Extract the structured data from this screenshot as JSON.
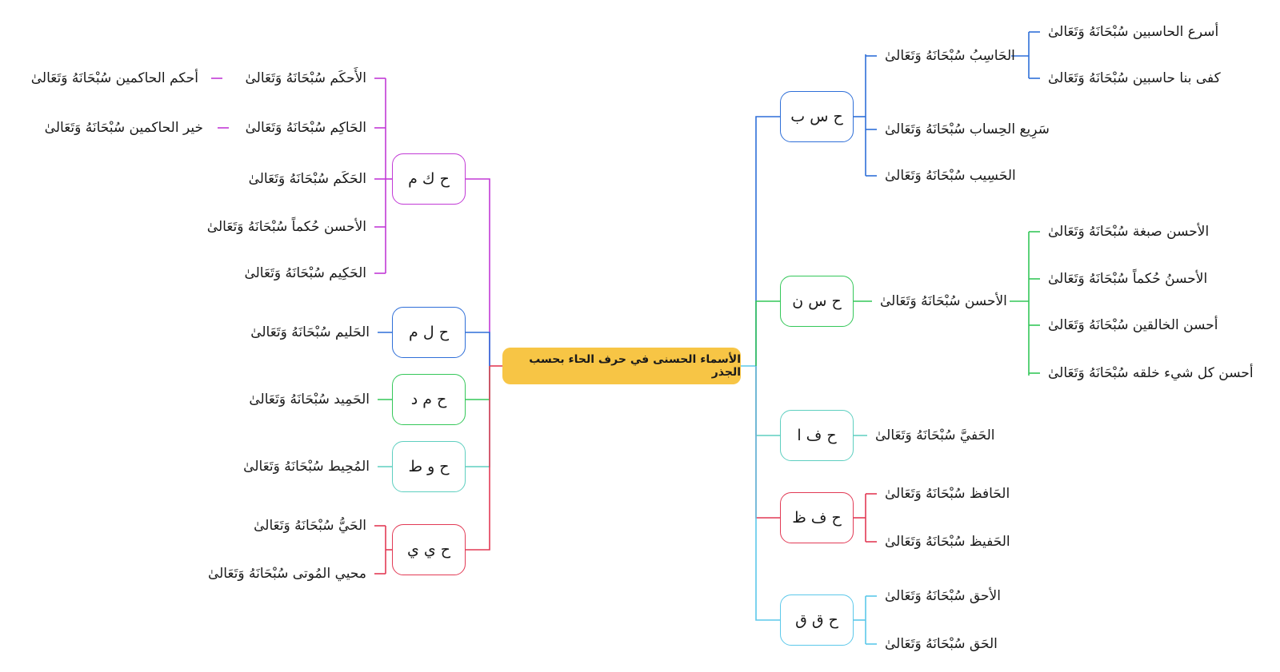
{
  "root": {
    "label": "الأسماء الحسنى في حرف الحاء بحسب الجذر"
  },
  "right_branches": [
    {
      "root_letters": "ح س ب",
      "color": "#2f6fd8",
      "children": [
        {
          "label": "الحَاسِبُ سُبْحَانَهُ وَتَعَالىٰ",
          "children": [
            {
              "label": "أسرع الحاسبين سُبْحَانَهُ وَتَعَالىٰ"
            },
            {
              "label": "كفى بنا حاسبين سُبْحَانَهُ وَتَعَالىٰ"
            }
          ]
        },
        {
          "label": "سَرِيع الحِساب سُبْحَانَهُ وَتَعَالىٰ"
        },
        {
          "label": "الحَسِيب سُبْحَانَهُ وَتَعَالىٰ"
        }
      ]
    },
    {
      "root_letters": "ح س ن",
      "color": "#34c759",
      "children": [
        {
          "label": "الأحسن سُبْحَانَهُ وَتَعَالىٰ",
          "children": [
            {
              "label": "الأحسن صبغة سُبْحَانَهُ وَتَعَالىٰ"
            },
            {
              "label": "الأحسنُ حُكماً سُبْحَانَهُ وَتَعَالىٰ"
            },
            {
              "label": "أحسن الخالقين سُبْحَانَهُ وَتَعَالىٰ"
            },
            {
              "label": "أحسن كل شيء خلقه سُبْحَانَهُ وَتَعَالىٰ"
            }
          ]
        }
      ]
    },
    {
      "root_letters": "ح ف ا",
      "color": "#5ecfc0",
      "children": [
        {
          "label": "الحَفيَّ سُبْحَانَهُ وَتَعَالىٰ"
        }
      ]
    },
    {
      "root_letters": "ح ف ظ",
      "color": "#e23a55",
      "children": [
        {
          "label": "الحَافظ سُبْحَانَهُ وَتَعَالىٰ"
        },
        {
          "label": "الحَفيظ سُبْحَانَهُ وَتَعَالىٰ"
        }
      ]
    },
    {
      "root_letters": "ح ق ق",
      "color": "#5cc8ea",
      "children": [
        {
          "label": "الأحق سُبْحَانَهُ وَتَعَالىٰ"
        },
        {
          "label": "الحَق سُبْحَانَهُ وَتَعَالىٰ"
        }
      ]
    }
  ],
  "left_branches": [
    {
      "root_letters": "ح ك م",
      "color": "#c23ad6",
      "children": [
        {
          "label": "الأَحكَم سُبْحَانَهُ وَتَعَالىٰ",
          "children": [
            {
              "label": "أحكم الحاكمين سُبْحَانَهُ وَتَعَالىٰ"
            }
          ]
        },
        {
          "label": "الحَاكِم سُبْحَانَهُ وَتَعَالىٰ",
          "children": [
            {
              "label": "خير الحاكمين سُبْحَانَهُ وَتَعَالىٰ"
            }
          ]
        },
        {
          "label": "الحَكَم سُبْحَانَهُ وَتَعَالىٰ"
        },
        {
          "label": "الأحسن حُكماً سُبْحَانَهُ وَتَعَالىٰ"
        },
        {
          "label": "الحَكِيم سُبْحَانَهُ وَتَعَالىٰ"
        }
      ]
    },
    {
      "root_letters": "ح ل م",
      "color": "#2f6fd8",
      "children": [
        {
          "label": "الحَليم سُبْحَانَهُ وَتَعَالىٰ"
        }
      ]
    },
    {
      "root_letters": "ح م د",
      "color": "#34c759",
      "children": [
        {
          "label": "الحَمِيد سُبْحَانَهُ وَتَعَالىٰ"
        }
      ]
    },
    {
      "root_letters": "ح و ط",
      "color": "#5ecfc0",
      "children": [
        {
          "label": "المُحِيط سُبْحَانَهُ وَتَعَالىٰ"
        }
      ]
    },
    {
      "root_letters": "ح ي ي",
      "color": "#e23a55",
      "children": [
        {
          "label": "الحَيُّ سُبْحَانَهُ وَتَعَالىٰ"
        },
        {
          "label": "محيي المُوتى سُبْحَانَهُ وَتَعَالىٰ"
        }
      ]
    }
  ]
}
